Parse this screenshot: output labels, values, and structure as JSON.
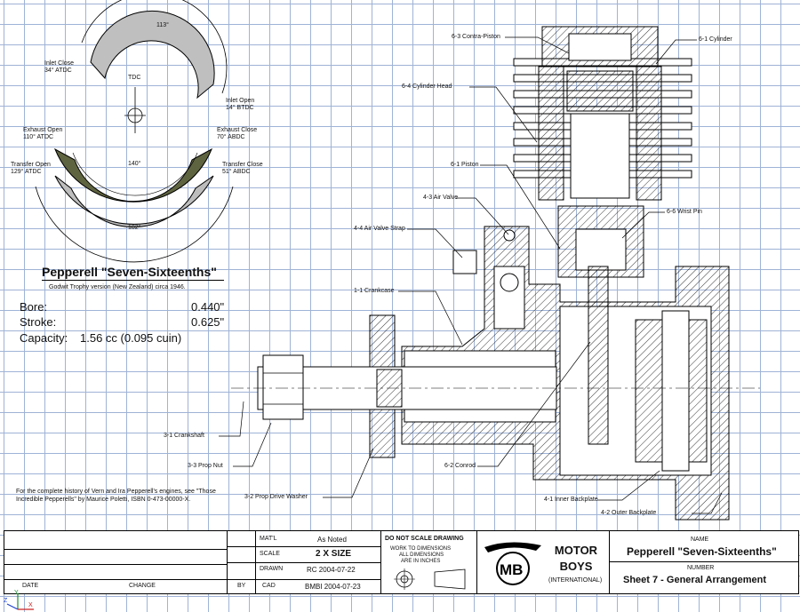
{
  "drawing": {
    "title": "Pepperell \"Seven-Sixteenths\"",
    "subtitle": "Godwit Trophy version (New Zealand) circa 1946.",
    "specs": [
      {
        "label": "Bore:",
        "value": "0.440\""
      },
      {
        "label": "Stroke:",
        "value": "0.625\""
      },
      {
        "label": "Capacity:",
        "value": "1.56 cc (0.095 cuin)"
      }
    ],
    "note": "For the complete history of Vern and Ira Pepperell's engines, see \"Those Incredible Pepperells\" by Maurice Poletti, ISBN 0-473-00000-X.",
    "timing": {
      "top_angle": "113°",
      "tdc": "TDC",
      "inlet_close": "Inlet Close",
      "inlet_close_val": "34° ATDC",
      "inlet_open": "Inlet Open",
      "inlet_open_val": "14° BTDC",
      "exhaust_open": "Exhaust Open",
      "exhaust_open_val": "110° ATDC",
      "exhaust_close": "Exhaust Close",
      "exhaust_close_val": "70° ABDC",
      "transfer_open": "Transfer Open",
      "transfer_open_val": "129° ATDC",
      "transfer_close": "Transfer Close",
      "transfer_close_val": "51° ABDC",
      "mid_angle": "140°",
      "bottom_angle": "102°"
    },
    "parts": {
      "p63": "6-3 Contra-Piston",
      "p61c": "6-1 Cylinder",
      "p64": "6-4 Cylinder Head",
      "p61p": "6-1 Piston",
      "p43": "4-3 Air Valve",
      "p66": "6-6 Wrist Pin",
      "p44": "4-4 Air Valve Strap",
      "p11": "1-1 Crankcase",
      "p31": "3-1 Crankshaft",
      "p33": "3-3 Prop Nut",
      "p62": "6-2 Conrod",
      "p32": "3-2 Prop Drive Washer",
      "p41": "4-1 Inner Backplate",
      "p42": "4-2 Outer Backplate"
    }
  },
  "title_block": {
    "matl_label": "MAT'L",
    "matl_value": "As Noted",
    "scale_label": "SCALE",
    "scale_value": "2 X SIZE",
    "drawn_label": "DRAWN",
    "drawn_value": "RC 2004-07-22",
    "cad_label": "CAD",
    "cad_value": "BMBI 2004-07-23",
    "date_label": "DATE",
    "change_label": "CHANGE",
    "by_label": "BY",
    "do_not_scale": "DO NOT SCALE DRAWING",
    "work_to": "WORK TO DIMENSIONS",
    "all_dims": "ALL DIMENSIONS",
    "in_inches": "ARE IN INCHES",
    "logo_letters": "MB",
    "brand_line1": "MOTOR",
    "brand_line2": "BOYS",
    "brand_line3": "(INTERNATIONAL)",
    "name_label": "NAME",
    "name_value": "Pepperell \"Seven-Sixteenths\"",
    "number_label": "NUMBER",
    "number_value": "Sheet 7 - General Arrangement"
  },
  "axis_indicator": {
    "y": "Y",
    "x": "X",
    "z": "Z"
  },
  "colors": {
    "grid": "#9fb3d6",
    "exhaust_arc": "#5f6440",
    "arc_grey": "#bfbfbf"
  }
}
